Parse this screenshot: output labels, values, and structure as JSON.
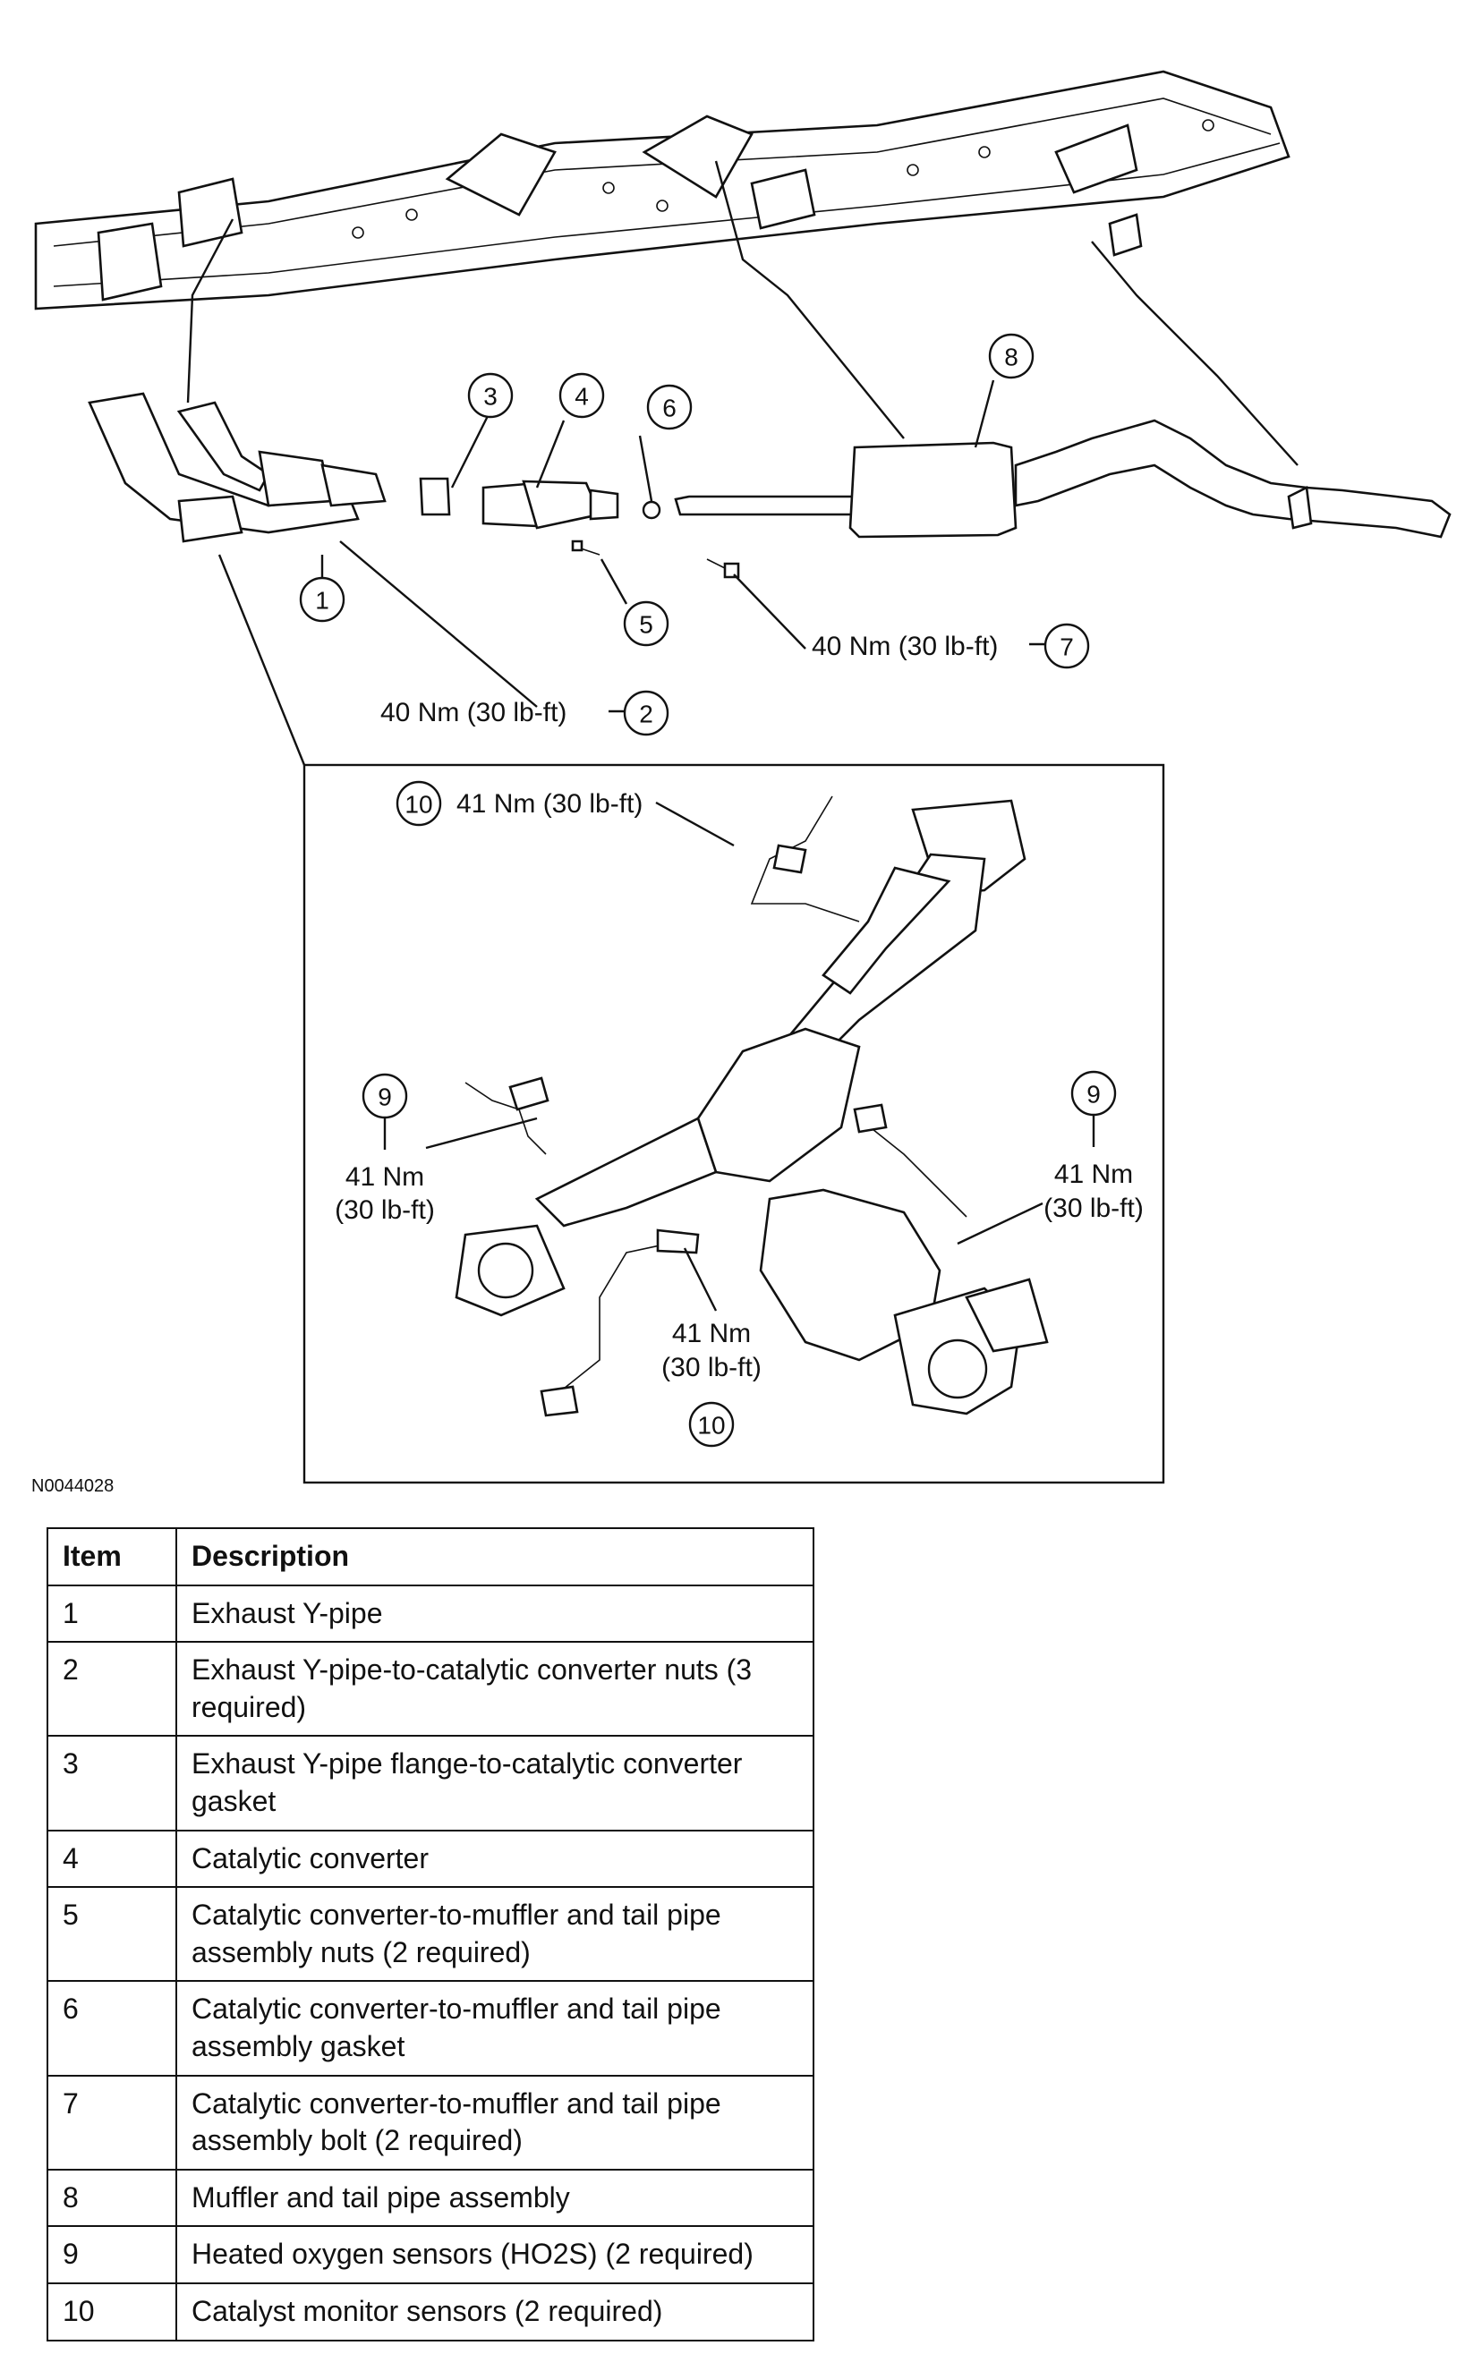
{
  "diagram": {
    "figure_id": "N0044028",
    "callouts": {
      "c1": "1",
      "c2": "2",
      "c3": "3",
      "c4": "4",
      "c5": "5",
      "c6": "6",
      "c7": "7",
      "c8": "8",
      "c9a": "9",
      "c9b": "9",
      "c10a": "10",
      "c10b": "10"
    },
    "torque": {
      "t2": "40 Nm (30 lb-ft)",
      "t7": "40 Nm (30 lb-ft)",
      "t10top": "41 Nm (30 lb-ft)",
      "nm": "41 Nm",
      "lbft": "(30 lb-ft)"
    }
  },
  "legend": {
    "headers": {
      "item": "Item",
      "description": "Description"
    },
    "rows": [
      {
        "item": "1",
        "description": "Exhaust Y-pipe"
      },
      {
        "item": "2",
        "description": "Exhaust Y-pipe-to-catalytic converter nuts (3 required)"
      },
      {
        "item": "3",
        "description": "Exhaust Y-pipe flange-to-catalytic converter gasket"
      },
      {
        "item": "4",
        "description": "Catalytic converter"
      },
      {
        "item": "5",
        "description": "Catalytic converter-to-muffler and tail pipe assembly nuts (2 required)"
      },
      {
        "item": "6",
        "description": "Catalytic converter-to-muffler and tail pipe assembly gasket"
      },
      {
        "item": "7",
        "description": "Catalytic converter-to-muffler and tail pipe assembly bolt (2 required)"
      },
      {
        "item": "8",
        "description": "Muffler and tail pipe assembly"
      },
      {
        "item": "9",
        "description": "Heated oxygen sensors (HO2S) (2 required)"
      },
      {
        "item": "10",
        "description": "Catalyst monitor sensors (2 required)"
      }
    ]
  }
}
